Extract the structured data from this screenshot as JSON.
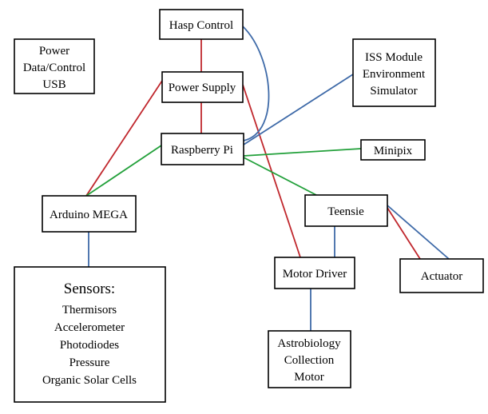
{
  "colors": {
    "power": "#c0272d",
    "data": "#3e6aa8",
    "usb": "#22a03a"
  },
  "legend": {
    "power": "Power",
    "data": "Data/Control",
    "usb": "USB"
  },
  "nodes": {
    "hasp": "Hasp Control",
    "power_supply": "Power Supply",
    "raspberry_pi": "Raspberry Pi",
    "iss": [
      "ISS Module",
      "Environment",
      "Simulator"
    ],
    "minipix": "Minipix",
    "arduino": "Arduino MEGA",
    "teensie": "Teensie",
    "motor_driver": "Motor Driver",
    "actuator": "Actuator",
    "sensors_title": "Sensors:",
    "sensors_items": [
      "Thermisors",
      "Accelerometer",
      "Photodiodes",
      "Pressure",
      "Organic Solar Cells"
    ],
    "astro": [
      "Astrobiology",
      "Collection",
      "Motor"
    ]
  }
}
